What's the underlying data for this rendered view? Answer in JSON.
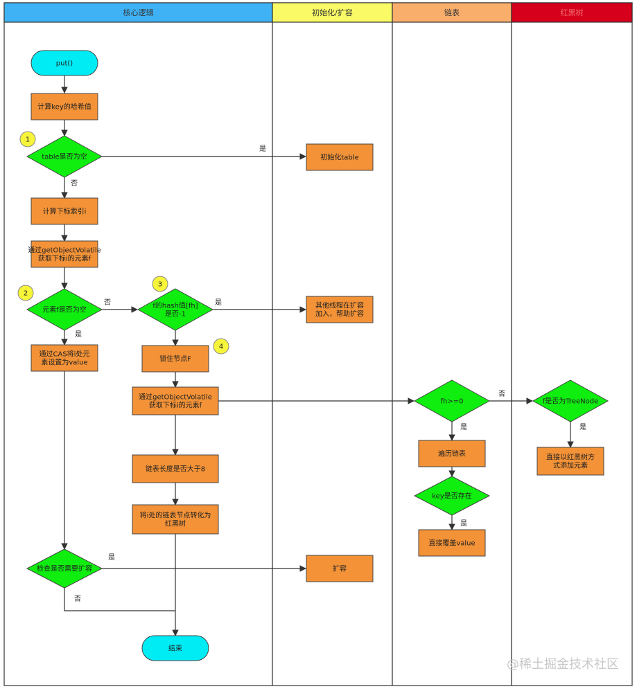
{
  "lanes": {
    "core": "核心逻辑",
    "init": "初始化/扩容",
    "list": "链表",
    "tree": "红黑树"
  },
  "colors": {
    "lane_core": "#3fb2f5",
    "lane_init": "#fafa66",
    "lane_list": "#f9ae6c",
    "lane_tree": "#d6001c",
    "process": "#f39237",
    "decision": "#0fee0f",
    "terminal": "#00ecf5",
    "badge": "#f7f53a"
  },
  "nodes": {
    "put": "put()",
    "hash": "计算key的哈希值",
    "table_empty": "table是否为空",
    "init_table": "初始化table",
    "calc_index": "计算下标索引i",
    "get_elem_1": "通过getObjectVolatile\n获取下标i的元素f",
    "elem_empty": "元素f是否为空",
    "cas_set": "通过CAS将i处元\n素设置为value",
    "is_moved": "f的hash值[fh]\n是否-1",
    "help_transfer": "其他线程在扩容\n加入，帮助扩容",
    "lock_f": "锁住节点F",
    "get_elem_2": "通过getObjectVolatile\n获取下标i的元素f",
    "fh_check": "fh>=0",
    "is_treenode": "f是否为TreeNode",
    "traverse": "遍历链表",
    "tree_add": "直接以红黑树方\n式添加元素",
    "key_exists": "key是否存在",
    "overwrite": "直接覆盖value",
    "len_check": "链表长度是否大于8",
    "treeify": "将i处的链表节点转化为\n红黑树",
    "need_resize": "检查是否需要扩容",
    "resize": "扩容",
    "end": "结束"
  },
  "labels": {
    "yes": "是",
    "no": "否"
  },
  "badges": [
    "1",
    "2",
    "3",
    "4"
  ],
  "watermark": "@稀土掘金技术社区"
}
